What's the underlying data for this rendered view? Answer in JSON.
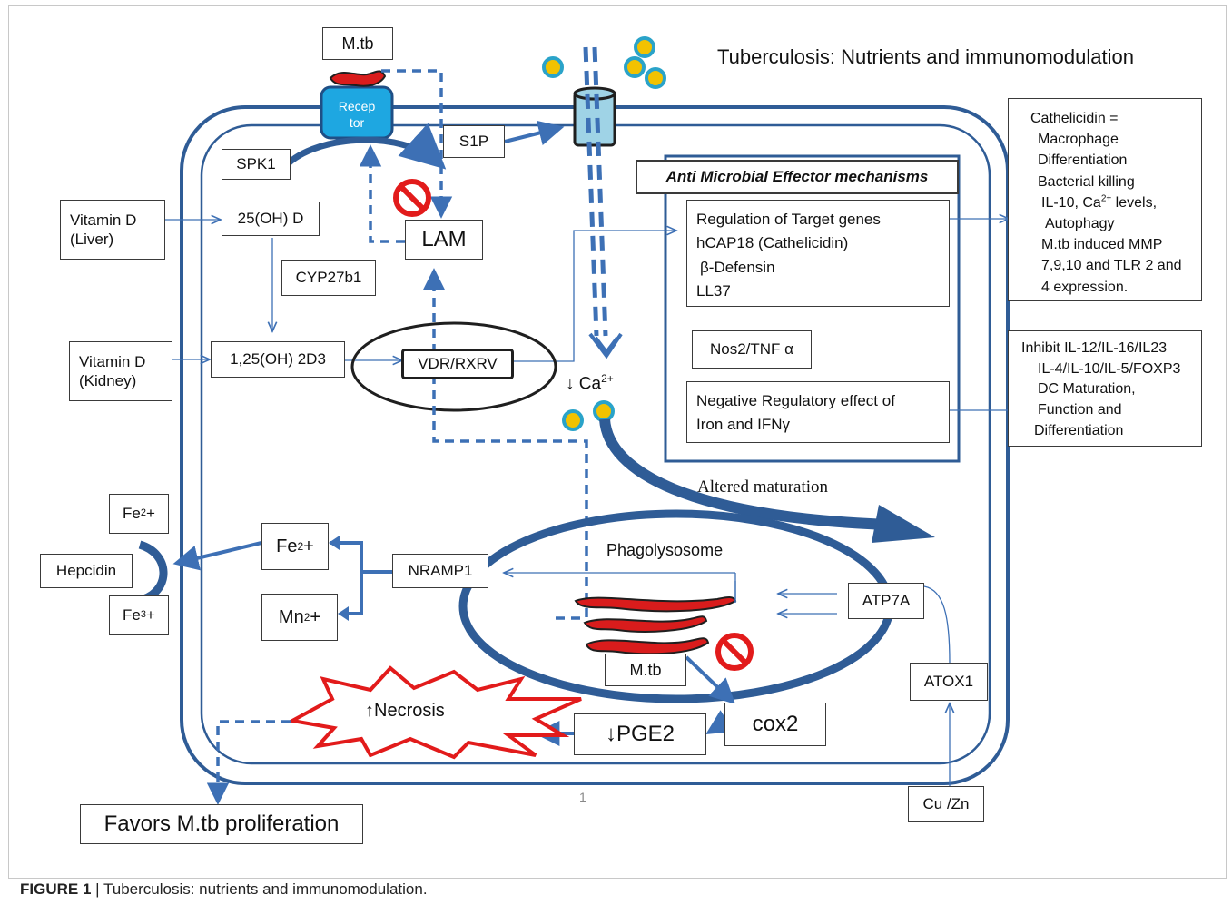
{
  "title": "Tuberculosis: Nutrients and immunomodulation",
  "page_number": "1",
  "caption": {
    "label": "FIGURE 1",
    "separator": "|",
    "text": "Tuberculosis: nutrients and immunomodulation."
  },
  "nodes": {
    "mtb_top": "M.tb",
    "receptor_line1": "Recep",
    "receptor_line2": "tor",
    "spk1": "SPK1",
    "s1p": "S1P",
    "lam": "LAM",
    "vitd_liver_line1": "Vitamin D",
    "vitd_liver_line2": "(Liver)",
    "oh25d": "25(OH) D",
    "cyp27b1": "CYP27b1",
    "vitd_kidney_line1": "Vitamin D",
    "vitd_kidney_line2": "(Kidney)",
    "oh125d3": "1,25(OH) 2D3",
    "vdr_rxrv": "VDR/RXRV",
    "ca_label": "↓ Ca",
    "ca_sup": "2+",
    "fe2_outer": "Fe",
    "fe2_outer_sup": "2",
    "fe2_outer_plus": "+",
    "hepcidin": "Hepcidin",
    "fe3": "Fe",
    "fe3_sup": "3",
    "fe3_plus": "+",
    "fe2_inner": "Fe",
    "fe2_inner_sup": "2",
    "fe2_inner_plus": "+",
    "mn2": "Mn",
    "mn2_sup": "2",
    "mn2_plus": "+",
    "nramp1": "NRAMP1",
    "phagolysosome": "Phagolysosome",
    "mtb_inner": "M.tb",
    "atp7a": "ATP7A",
    "atox1": "ATOX1",
    "cu_zn": "Cu /Zn",
    "cox2": "cox2",
    "pge2": "↓PGE2",
    "necrosis": "↑Necrosis",
    "favors": "Favors M.tb proliferation",
    "altered_maturation": "Altered maturation"
  },
  "effector": {
    "title": "Anti Microbial Effector mechanisms",
    "target_genes": [
      "Regulation of Target genes",
      "hCAP18 (Cathelicidin)",
      "β-Defensin",
      "LL37"
    ],
    "nos2": "Nos2/TNF α",
    "negative_reg": [
      "Negative Regulatory effect of",
      "Iron and IFNγ"
    ]
  },
  "right_box_top": {
    "line1": "Cathelicidin =",
    "line2": "Macrophage",
    "line3": "Differentiation",
    "line4": "Bacterial killing",
    "line5_pre": "IL-10, Ca",
    "line5_sup": "2+",
    "line5_post": " levels,",
    "line6": "Autophagy",
    "line7": "M.tb induced MMP",
    "line8": "7,9,10 and TLR 2 and",
    "line9": "4 expression."
  },
  "right_box_bottom": {
    "line1": "Inhibit IL-12/IL-16/IL23",
    "line2": "IL-4/IL-10/IL-5/FOXP3",
    "line3": "DC Maturation,",
    "line4": "Function and",
    "line5": "Differentiation"
  },
  "colors": {
    "membrane": "#2f5c96",
    "arrow": "#3d70b5",
    "receptor_fill": "#1ea7e1",
    "mtb_red": "#d91c1c",
    "ion_fill": "#f2c200",
    "ion_ring": "#2aa3c9",
    "channel_fill": "#9fd3e6",
    "necrosis_red": "#e21b1b"
  }
}
